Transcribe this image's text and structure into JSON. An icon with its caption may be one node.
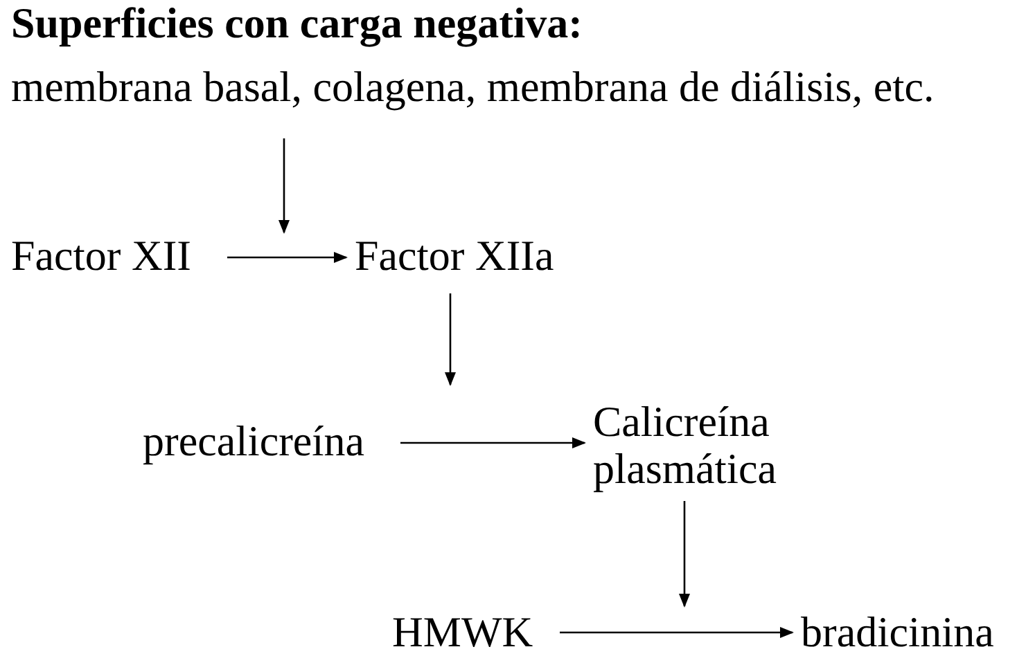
{
  "diagram": {
    "nodes": [
      {
        "text": [
          "Superficies con carga negativa:",
          "membrana basal, colagena, membrana de diálisis, etc."
        ]
      },
      {
        "text": [
          "Factor XII"
        ]
      },
      {
        "text": [
          "Factor XIIa"
        ]
      },
      {
        "text": [
          "precalicreína"
        ]
      },
      {
        "text": [
          "Calicreína plasmática"
        ]
      },
      {
        "text": [
          "HMWK"
        ]
      },
      {
        "text": [
          "bradicinina"
        ]
      }
    ],
    "edges": [
      {
        "from": 0,
        "to": null,
        "arrow": "to"
      },
      {
        "from": 1,
        "to": 2,
        "arrow": "to"
      },
      {
        "from": 2,
        "to": null,
        "arrow": "to"
      },
      {
        "from": 3,
        "to": 4,
        "arrow": "to"
      },
      {
        "from": 4,
        "to": null,
        "arrow": "to"
      },
      {
        "from": 5,
        "to": 6,
        "arrow": "to"
      }
    ]
  }
}
